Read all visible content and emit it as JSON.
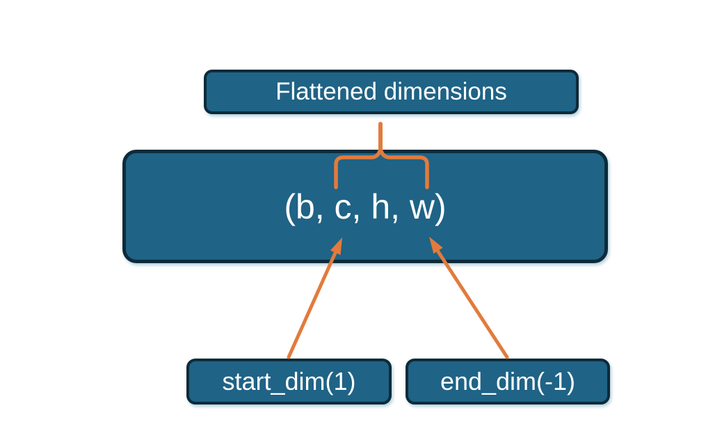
{
  "colors": {
    "background": "#ffffff",
    "box_fill": "#1f6386",
    "box_border": "#0d2b3a",
    "text": "#ffffff",
    "connector": "#e27b3c"
  },
  "boxes": {
    "flattened": {
      "label": "Flattened dimensions"
    },
    "tensor": {
      "label": "(b, c, h, w)"
    },
    "start_dim": {
      "label": "start_dim(1)"
    },
    "end_dim": {
      "label": "end_dim(-1)"
    }
  }
}
